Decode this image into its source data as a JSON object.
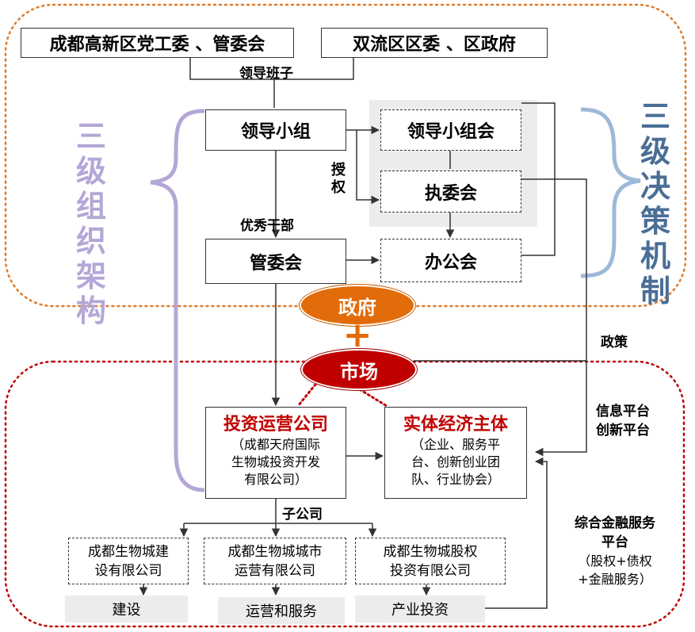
{
  "top_left_box": "成都高新区党工委 、管委会",
  "top_right_box": "双流区区委 、区政府",
  "lead_team_label": "领导班子",
  "leading_group": "领导小组",
  "leading_group_meeting": "领导小组会",
  "authorize_label": "授权",
  "executive_committee": "执委会",
  "excellent_cadres_label": "优秀干部",
  "management_committee": "管委会",
  "office_meeting": "办公会",
  "left_vertical_title": [
    "三",
    "级",
    "组",
    "织",
    "架",
    "构"
  ],
  "right_vertical_title": [
    "三",
    "级",
    "决",
    "策",
    "机",
    "制"
  ],
  "government_ellipse": "政府",
  "plus_sign": "+",
  "market_ellipse": "市场",
  "policy_label": "政策",
  "info_platform_lines": [
    "信息平台",
    "创新平台"
  ],
  "investment_company": {
    "title": "投资运营公司",
    "detail_lines": [
      "（成都天府国际",
      "生物城投资开发",
      "有限公司）"
    ]
  },
  "entity_economy": {
    "title": "实体经济主体",
    "detail_lines": [
      "（企业、服务平",
      "台、创新创业团",
      "队、行业协会）"
    ]
  },
  "subsidiary_label": "子公司",
  "subsidiaries": [
    {
      "lines": [
        "成都生物城建",
        "设有限公司"
      ],
      "output": "建设"
    },
    {
      "lines": [
        "成都生物城城市",
        "运营有限公司"
      ],
      "output": "运营和服务"
    },
    {
      "lines": [
        "成都生物城股权",
        "投资有限公司"
      ],
      "output": "产业投资"
    }
  ],
  "finance_platform": {
    "title_lines": [
      "综合金融服务",
      "平台"
    ],
    "detail_lines": [
      "（股权+债权",
      "+金融服务）"
    ]
  },
  "colors": {
    "orange_dotted": "#e07b2a",
    "red_dotted": "#c00000",
    "gov_ellipse": "#e36c0a",
    "market_ellipse": "#c00000",
    "left_brace": "#b4a7d6",
    "right_brace": "#9db9d8",
    "right_title_text": "#4a6e96",
    "highlight_text": "#c00000",
    "panel_gray": "#ececec"
  }
}
